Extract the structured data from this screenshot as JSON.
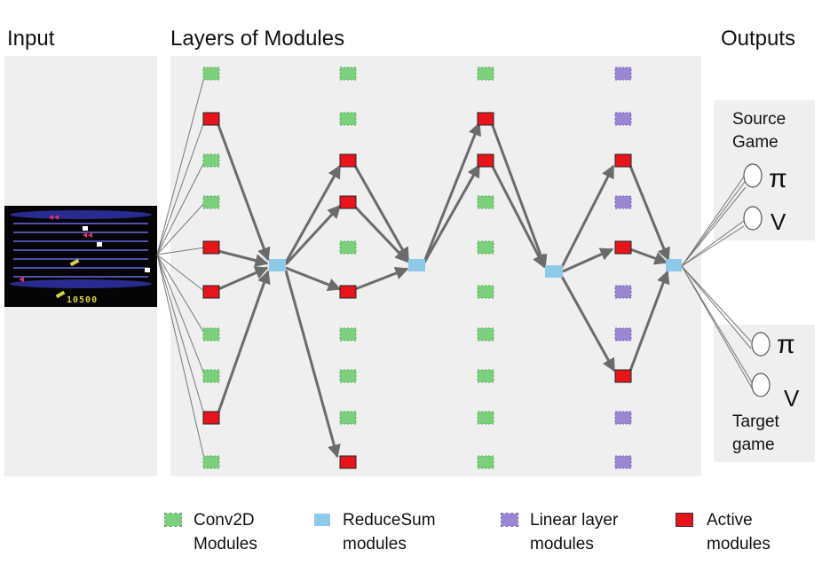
{
  "headings": {
    "input": "Input",
    "layers": "Layers of Modules",
    "outputs": "Outputs"
  },
  "source_head": {
    "label_line1": "Source",
    "label_line2": "Game",
    "pi": "π",
    "v": "V"
  },
  "target_head": {
    "label_line1": "Target",
    "label_line2": "game",
    "pi": "π",
    "v": "V"
  },
  "game_screenshot": {
    "score": "10500"
  },
  "legend": [
    {
      "id": "conv2d",
      "line1": "Conv2D",
      "line2": "Modules",
      "color": "#7ccf7c"
    },
    {
      "id": "reducesum",
      "line1": "ReduceSum",
      "line2": "modules",
      "color": "#8ec9ea"
    },
    {
      "id": "linear",
      "line1": "Linear layer",
      "line2": "modules",
      "color": "#9b86d6"
    },
    {
      "id": "active",
      "line1": "Active",
      "line2": "modules",
      "color": "#e8141c"
    }
  ],
  "network": {
    "layers": [
      {
        "kind": "conv2d",
        "count": 10,
        "active": [
          1,
          4,
          5,
          8
        ]
      },
      {
        "kind": "conv2d",
        "count": 10,
        "active": [
          2,
          3,
          5,
          9
        ]
      },
      {
        "kind": "conv2d",
        "count": 10,
        "active": [
          1,
          2
        ]
      },
      {
        "kind": "linear",
        "count": 10,
        "active": [
          2,
          4,
          7
        ]
      }
    ],
    "reduce_sums": 4
  }
}
